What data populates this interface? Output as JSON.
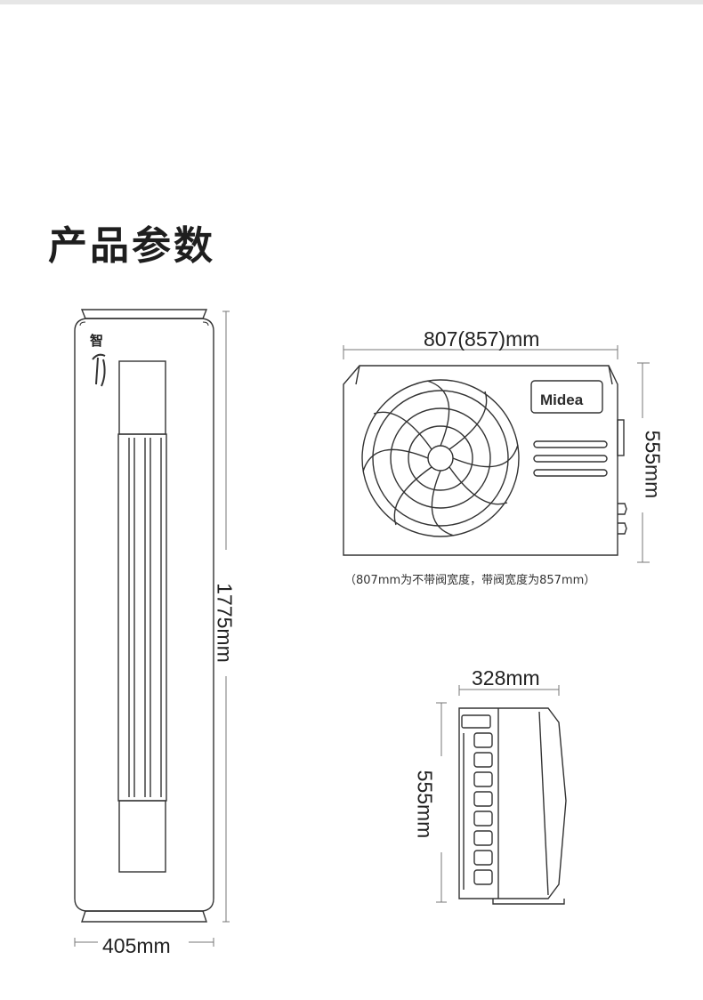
{
  "page": {
    "title": "产品参数"
  },
  "indoor_unit": {
    "logo_text": "智",
    "width_label": "405mm",
    "height_label": "1775mm"
  },
  "outdoor_unit": {
    "brand": "Midea",
    "width_label": "807(857)mm",
    "height_label": "555mm",
    "note": "（807mm为不带阀宽度，带阀宽度为857mm）"
  },
  "outdoor_side": {
    "depth_label": "328mm",
    "height_label": "555mm"
  },
  "colors": {
    "line": "#333333",
    "dim_line": "#777777",
    "background": "#ffffff"
  }
}
